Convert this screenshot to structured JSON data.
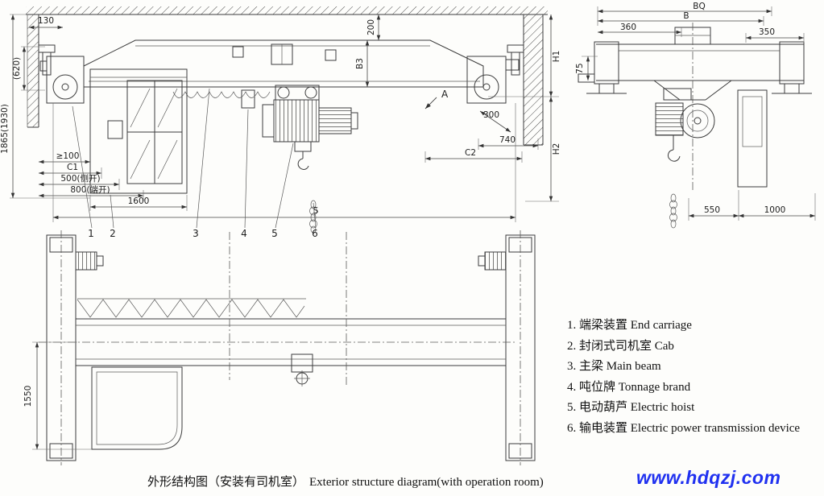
{
  "side_view": {
    "dim_130": "130",
    "dim_620": "(620)",
    "dim_1865": "1865(1930)",
    "dim_ge100": "≥100",
    "dim_c1": "C1",
    "dim_500": "500(侧开)",
    "dim_800": "800(端开)",
    "dim_1600": "1600",
    "dim_200": "200",
    "dim_b3": "B3",
    "dim_h1": "H1",
    "dim_h2": "H2",
    "dim_300": "300",
    "dim_740": "740",
    "dim_c2": "C2",
    "dim_s": "S",
    "section_marker": "A",
    "callouts": [
      "1",
      "2",
      "3",
      "4",
      "5",
      "6"
    ]
  },
  "end_view": {
    "dim_bq": "BQ",
    "dim_b": "B",
    "dim_360": "360",
    "dim_350": "350",
    "dim_75": "75",
    "dim_550": "550",
    "dim_1000": "1000"
  },
  "plan_view": {
    "dim_1550": "1550"
  },
  "legend": {
    "items": [
      {
        "num": "1.",
        "label": "端梁装置 End carriage"
      },
      {
        "num": "2.",
        "label": "封闭式司机室 Cab"
      },
      {
        "num": "3.",
        "label": "主梁 Main beam"
      },
      {
        "num": "4.",
        "label": "吨位牌 Tonnage brand"
      },
      {
        "num": "5.",
        "label": "电动葫芦 Electric hoist"
      },
      {
        "num": "6.",
        "label": "输电装置 Electric power transmission device"
      }
    ]
  },
  "caption": {
    "zh": "外形结构图（安装有司机室）",
    "en": "Exterior structure diagram(with operation room)"
  },
  "watermark": {
    "text": "www.hdqzj.com"
  },
  "colors": {
    "line": "#3c3c3c",
    "watermark_blue": "#2031f0",
    "background": "#fdfdfb"
  }
}
